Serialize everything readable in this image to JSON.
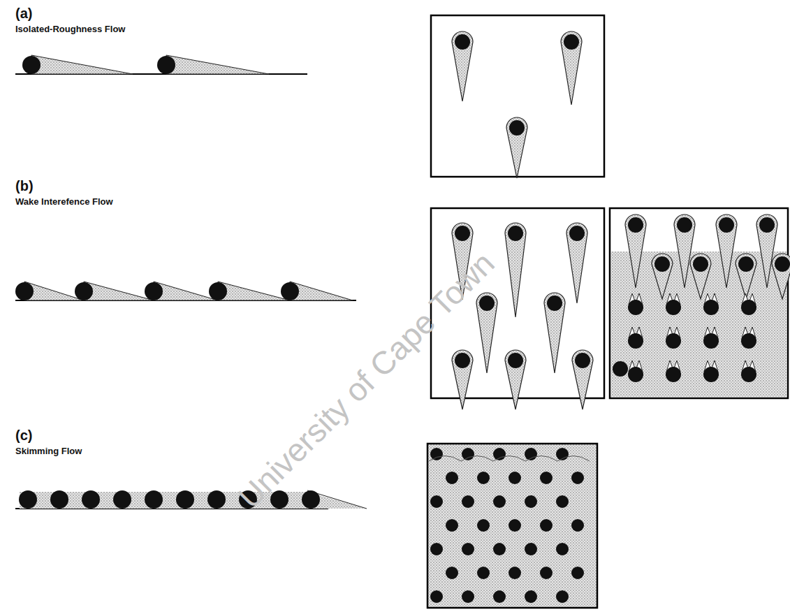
{
  "diagram": {
    "labels": [
      "(a)",
      "Isolated-Roughness Flow",
      "(b)",
      "Wake Interefence Flow",
      "(c)",
      "Skimming Flow",
      "University of Cape Town"
    ]
  }
}
